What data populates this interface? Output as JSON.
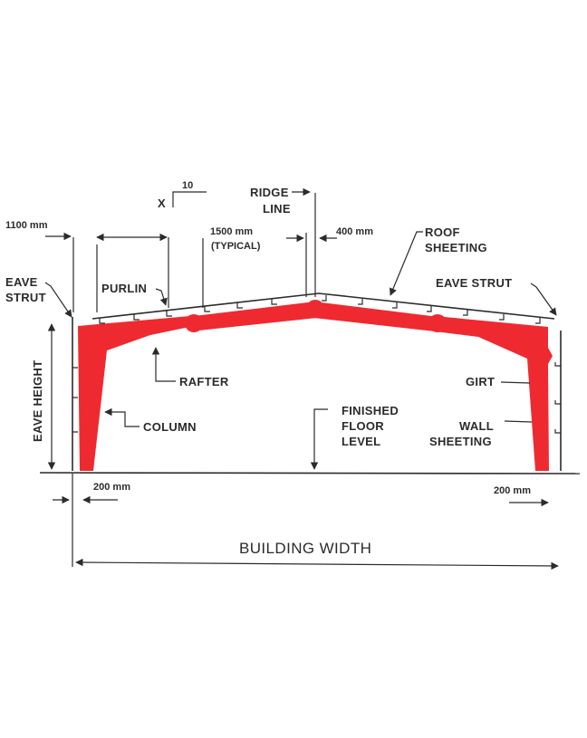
{
  "diagram": {
    "title": "Pre-engineered steel building portal frame cross-section",
    "colors": {
      "frame": "#ee2a30",
      "lines": "#2b2b2b",
      "background": "#ffffff"
    },
    "labels": {
      "roof_slope_x": "X",
      "roof_slope_10": "10",
      "ridge_line_1": "RIDGE",
      "ridge_line_2": "LINE",
      "dim_1100": "1100 mm",
      "dim_1500_1": "1500 mm",
      "dim_1500_2": "(TYPICAL)",
      "dim_400": "400 mm",
      "roof_sheeting_1": "ROOF",
      "roof_sheeting_2": "SHEETING",
      "eave_strut_left_1": "EAVE",
      "eave_strut_left_2": "STRUT",
      "purlin": "PURLIN",
      "eave_strut_right": "EAVE STRUT",
      "rafter": "RAFTER",
      "girt": "GIRT",
      "eave_height": "EAVE HEIGHT",
      "column": "COLUMN",
      "finished_floor_1": "FINISHED",
      "finished_floor_2": "FLOOR",
      "finished_floor_3": "LEVEL",
      "wall_sheeting_1": "WALL",
      "wall_sheeting_2": "SHEETING",
      "dim_200_left": "200 mm",
      "dim_200_right": "200 mm",
      "building_width": "BUILDING WIDTH"
    },
    "components": [
      "Column",
      "Rafter",
      "Purlin",
      "Girt",
      "Eave strut",
      "Roof sheeting",
      "Wall sheeting",
      "Ridge line",
      "Finished floor level"
    ],
    "dimensions": {
      "eave_strut_offset": "1100 mm",
      "purlin_spacing": "1500 mm (TYPICAL)",
      "ridge_purlin_offset": "400 mm",
      "column_offset_left": "200 mm",
      "column_offset_right": "200 mm",
      "roof_slope": "1:10"
    }
  }
}
